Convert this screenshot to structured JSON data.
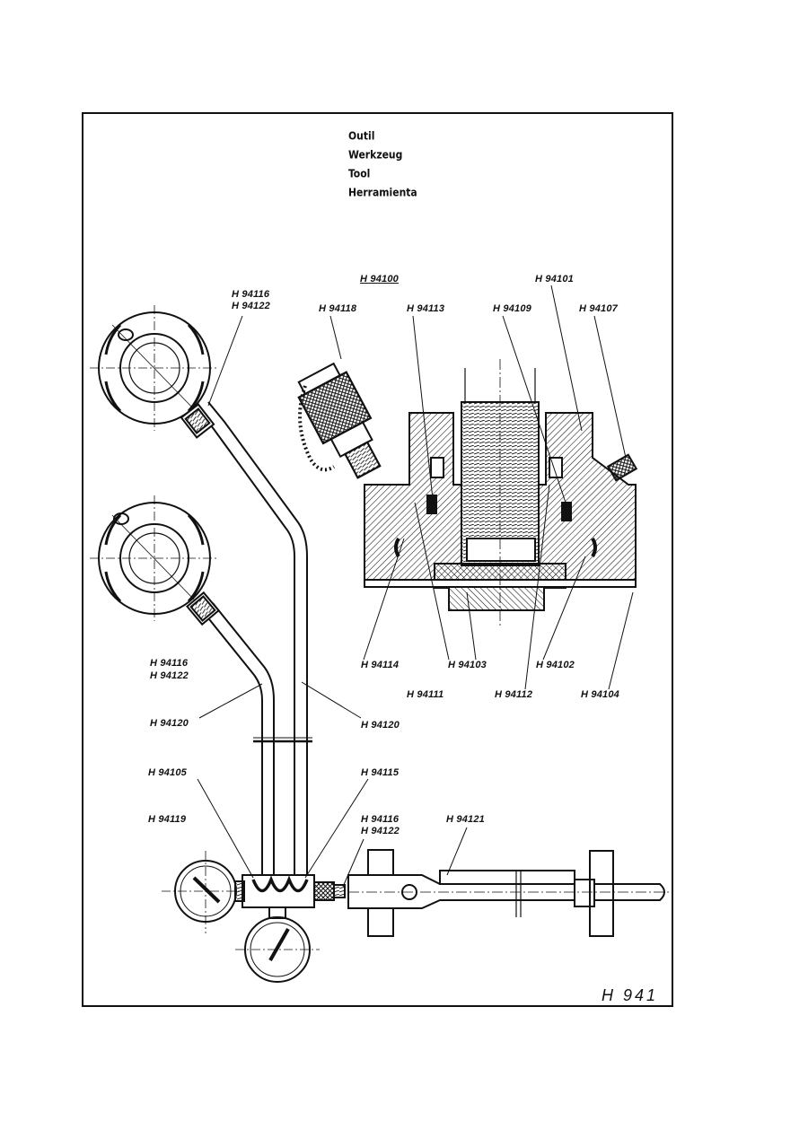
{
  "title_lines": [
    "Outil",
    "Werkzeug",
    "Tool",
    "Herramienta"
  ],
  "labels": {
    "main_ref": "H 94100",
    "h94101": "H 94101",
    "h94116_a": "H 94116",
    "h94122_a": "H 94122",
    "h94118": "H 94118",
    "h94113": "H 94113",
    "h94109": "H 94109",
    "h94107": "H 94107",
    "h94116_b": "H 94116",
    "h94122_b": "H 94122",
    "h94114": "H 94114",
    "h94103": "H 94103",
    "h94102": "H 94102",
    "h94111": "H 94111",
    "h94112": "H 94112",
    "h94104": "H 94104",
    "h94120_a": "H 94120",
    "h94120_b": "H 94120",
    "h94105": "H 94105",
    "h94115": "H 94115",
    "h94119": "H 94119",
    "h94116_c": "H 94116",
    "h94122_c": "H 94122",
    "h94121": "H 94121"
  },
  "figure_number": "H 941",
  "colors": {
    "ink": "#111111",
    "paper": "#ffffff"
  }
}
